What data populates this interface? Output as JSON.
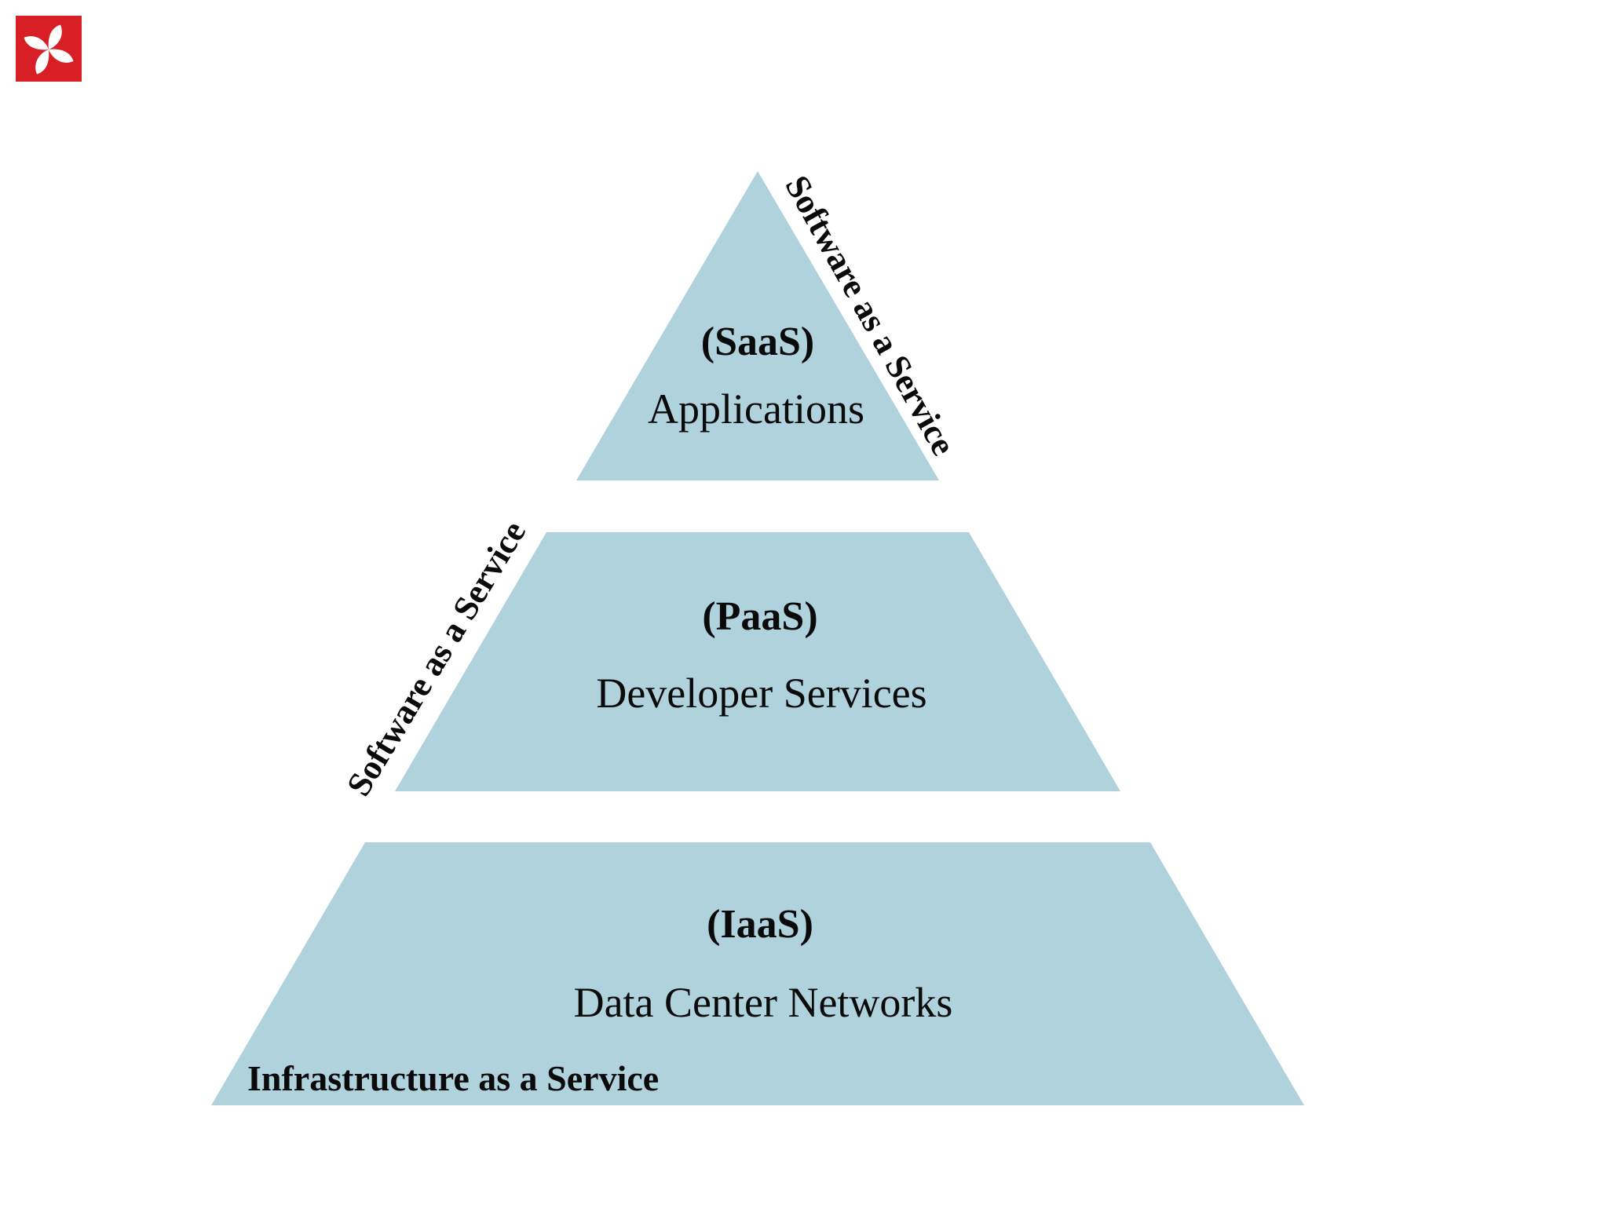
{
  "colors": {
    "canvas-bg": "#ffffff",
    "pyramid-fill": "#B0D2DC",
    "text-color": "#0a0a0a",
    "logo-red": "#D91F26",
    "logo-glyph": "#ffffff"
  },
  "logo": {
    "name": "pinwheel-logo"
  },
  "pyramid": {
    "tiers": [
      {
        "id": "saas",
        "abbr": "(SaaS)",
        "label": "Applications",
        "edge_label": "Software as a Service",
        "edge_label_side": "right"
      },
      {
        "id": "paas",
        "abbr": "(PaaS)",
        "label": "Developer Services",
        "edge_label": "Software as a Service",
        "edge_label_side": "left"
      },
      {
        "id": "iaas",
        "abbr": "(IaaS)",
        "label": "Data Center Networks",
        "edge_label": "Infrastructure as a Service",
        "edge_label_side": "bottom-left"
      }
    ]
  }
}
